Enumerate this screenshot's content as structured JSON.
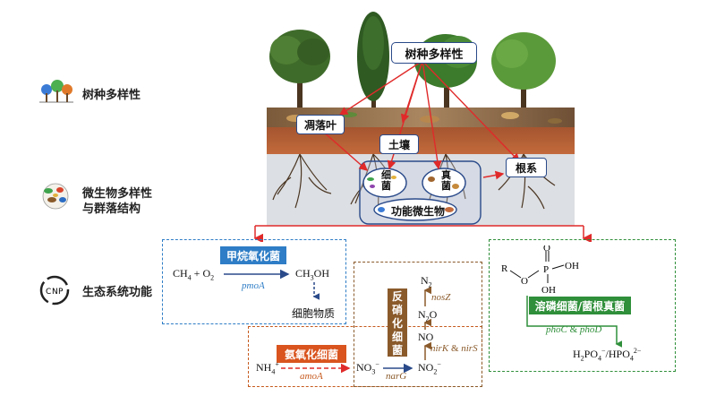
{
  "side": {
    "tree_label": "树种多样性",
    "micro_label_1": "微生物多样性",
    "micro_label_2": "与群落结构",
    "eco_label": "生态系统功能",
    "cnp_c": "C",
    "cnp_n": "N",
    "cnp_p": "P"
  },
  "scene": {
    "tree_diversity": "树种多样性",
    "litter": "凋落叶",
    "soil": "土壤",
    "roots": "根系",
    "bacteria_1": "细",
    "bacteria_2": "菌",
    "fungi_1": "真",
    "fungi_2": "菌",
    "functional_microbes": "功能微生物"
  },
  "methane": {
    "title": "甲烷氧化菌",
    "reactant_ch4": "CH",
    "reactant_ch4_sub": "4",
    "plus": " + ",
    "reactant_o2": "O",
    "reactant_o2_sub": "2",
    "gene": "pmoA",
    "product": "CH",
    "product_sub": "3",
    "product_tail": "OH",
    "biomass": "细胞物质"
  },
  "nitrogen": {
    "ammonia_title": "氨氧化细菌",
    "nh4": "NH",
    "nh4_sub": "4",
    "nh4_sup": "+",
    "amo_gene": "amoA",
    "no3": "NO",
    "no3_sub": "3",
    "no3_sup": "−",
    "nar_gene": "narG",
    "no2": "NO",
    "no2_sub": "2",
    "no2_sup": "−",
    "denit_1": "反",
    "denit_2": "硝",
    "denit_3": "化",
    "denit_4": "细",
    "denit_5": "菌",
    "no": "NO",
    "n2o": "N",
    "n2o_sub": "2",
    "n2o_tail": "O",
    "n2": "N",
    "n2_sub": "2",
    "nir_gene_1": "nirK",
    "nir_amp": " & ",
    "nir_gene_2": "nirS",
    "nos_gene": "nosZ"
  },
  "phosphorus": {
    "title": "溶磷细菌/菌根真菌",
    "atom_r": "R",
    "atom_o1": "O",
    "atom_p": "P",
    "atom_o_top": "O",
    "atom_oh1": "OH",
    "atom_oh2": "OH",
    "gene_1": "phoC",
    "gene_amp": " & ",
    "gene_2": "phoD",
    "product_h2": "H",
    "product_h2_sub": "2",
    "product_po4": "PO",
    "product_po4_sub": "4",
    "product_po4_sup": "−",
    "product_slash": "/HPO",
    "product_hpo4_sub": "4",
    "product_hpo4_sup": "2−"
  },
  "colors": {
    "methane_blue": "#2e7dc6",
    "nitrogen_orange": "#c65a1e",
    "denit_brown": "#8a5a2b",
    "phos_green": "#2f8f3a",
    "red_arrow": "#e02a2a",
    "navy": "#2a4a8a"
  }
}
